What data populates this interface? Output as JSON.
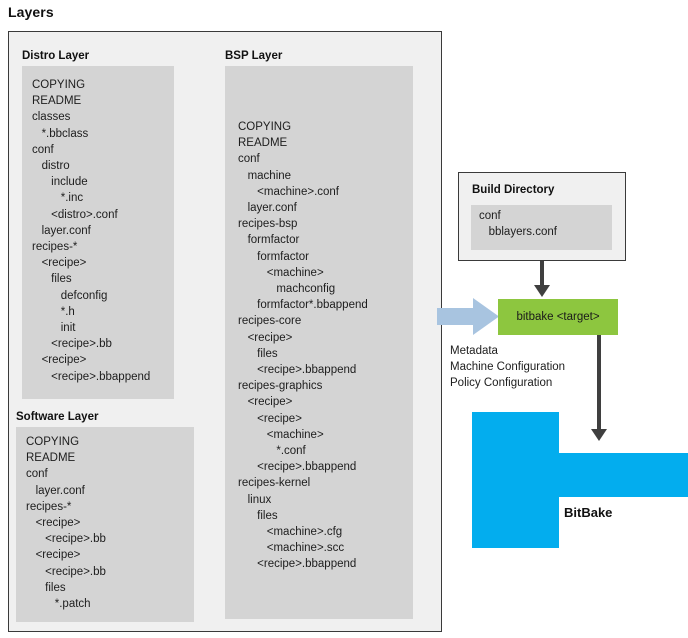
{
  "page": {
    "title": "Layers"
  },
  "colors": {
    "panel_gray": "#d4d4d4",
    "box_bg": "#f0f0f0",
    "box_border": "#3a3a3a",
    "bitbake_green": "#8dc63f",
    "bitbake_blue": "#03adee",
    "metadata_arrow_blue": "#a8c4e0",
    "arrow_dark": "#3f3f3f"
  },
  "layers": {
    "distro": {
      "title": "Distro Layer",
      "tree": "COPYING\nREADME\nclasses\n   *.bbclass\nconf\n   distro\n      include\n         *.inc\n      <distro>.conf\n   layer.conf\nrecipes-*\n   <recipe>\n      files\n         defconfig\n         *.h\n         init\n      <recipe>.bb\n   <recipe>\n      <recipe>.bbappend"
    },
    "software": {
      "title": "Software Layer",
      "tree": "COPYING\nREADME\nconf\n   layer.conf\nrecipes-*\n   <recipe>\n      <recipe>.bb\n   <recipe>\n      <recipe>.bb\n      files\n         *.patch"
    },
    "bsp": {
      "title": "BSP Layer",
      "tree": "COPYING\nREADME\nconf\n   machine\n      <machine>.conf\n   layer.conf\nrecipes-bsp\n   formfactor\n      formfactor\n         <machine>\n            machconfig\n      formfactor*.bbappend\nrecipes-core\n   <recipe>\n      files\n      <recipe>.bbappend\nrecipes-graphics\n   <recipe>\n      <recipe>\n         <machine>\n            *.conf\n      <recipe>.bbappend\nrecipes-kernel\n   linux\n      files\n         <machine>.cfg\n         <machine>.scc\n      <recipe>.bbappend"
    }
  },
  "build_directory": {
    "title": "Build Directory",
    "tree": "conf\n   bblayers.conf"
  },
  "bitbake_command": {
    "label": "bitbake <target>"
  },
  "metadata": {
    "lines": "Metadata\nMachine Configuration\nPolicy Configuration"
  },
  "bitbake_output": {
    "label": "BitBake"
  },
  "icons": {
    "down_arrow_build_to_bitbake": "arrow-down-icon",
    "down_arrow_bitbake_to_output": "arrow-down-icon",
    "metadata_feed_arrow": "arrow-right-block-icon"
  }
}
